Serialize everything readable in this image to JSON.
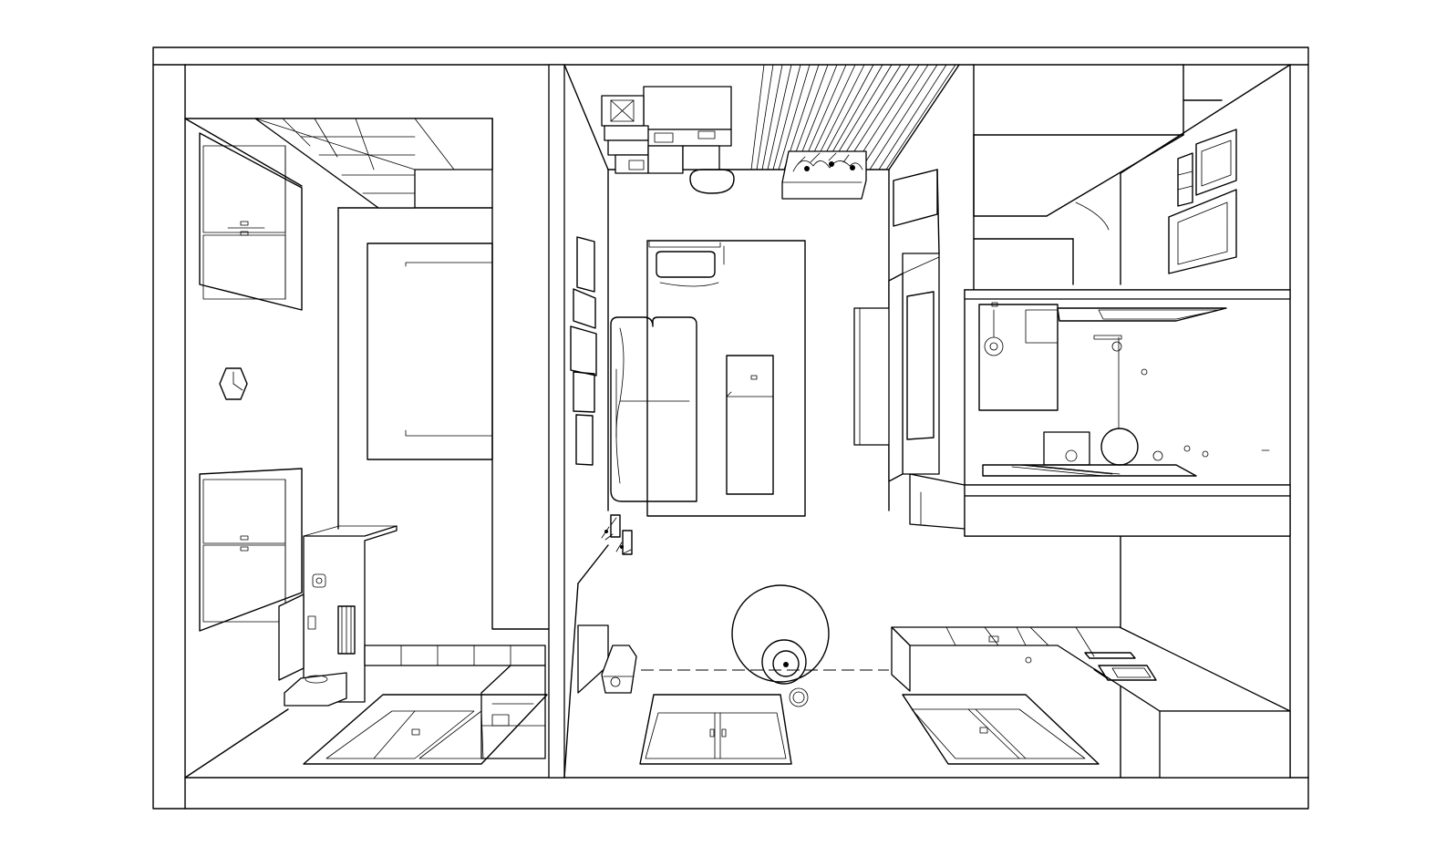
{
  "drawing": {
    "style": "black-and-white isometric line drawing",
    "background": "#ffffff",
    "stroke": "#000000",
    "rooms": [
      {
        "key": "left",
        "items": [
          "window",
          "window",
          "wall-shelf",
          "wall-clock",
          "wall-panel",
          "desk",
          "keyboard",
          "monitor",
          "chair",
          "wardrobe",
          "window"
        ]
      },
      {
        "key": "center",
        "items": [
          "window",
          "sofa",
          "coffee-table",
          "armchair",
          "floor-rug",
          "round-pendant-lamp",
          "tv-unit",
          "tv",
          "wall-frames",
          "plant-box",
          "slatted-wall",
          "storage-unit",
          "umbrella-stand",
          "floor-cushion"
        ]
      },
      {
        "key": "right-top",
        "items": [
          "picture-frame",
          "picture-frame",
          "picture-frame",
          "shelf"
        ]
      },
      {
        "key": "right-middle",
        "items": [
          "shower",
          "washbasin",
          "toilet",
          "mirror"
        ]
      },
      {
        "key": "right-bottom",
        "items": [
          "window",
          "kitchen-counter",
          "hob",
          "sink"
        ]
      }
    ]
  }
}
